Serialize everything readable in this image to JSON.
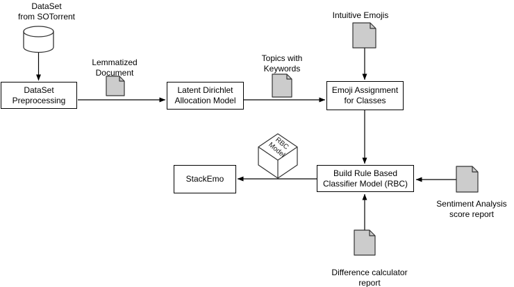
{
  "diagram": {
    "boxes": {
      "dataset_preprocessing": "DataSet\nPreprocessing",
      "lda_model": "Latent Dirichlet\nAllocation Model",
      "emoji_assignment": "Emoji Assignment\nfor Classes",
      "rbc_builder": "Build Rule Based\nClassifier Model (RBC)",
      "stackemo": "StackEmo"
    },
    "artifacts": {
      "dataset_source": "DataSet\nfrom SOTorrent",
      "lemmatized_document": "Lemmatized\nDocument",
      "topics_with_keywords": "Topics with\nKeywords",
      "intuitive_emojis": "Intuitive Emojis",
      "rbc_model_cube": "RBC\nModel",
      "sentiment_report": "Sentiment Analysis\nscore report",
      "difference_report": "Difference calculator\nreport"
    },
    "icons": {
      "dataset_source": "database-cylinder-icon",
      "lemmatized_document": "document-icon",
      "topics_with_keywords": "document-icon",
      "intuitive_emojis": "document-icon",
      "rbc_model_cube": "cube-icon",
      "sentiment_report": "document-icon",
      "difference_report": "document-icon"
    },
    "colors": {
      "background": "#ffffff",
      "box_fill": "#ffffff",
      "box_stroke": "#000000",
      "document_fill": "#cccccc",
      "document_stroke": "#333333",
      "arrow": "#000000",
      "text": "#000000"
    }
  }
}
